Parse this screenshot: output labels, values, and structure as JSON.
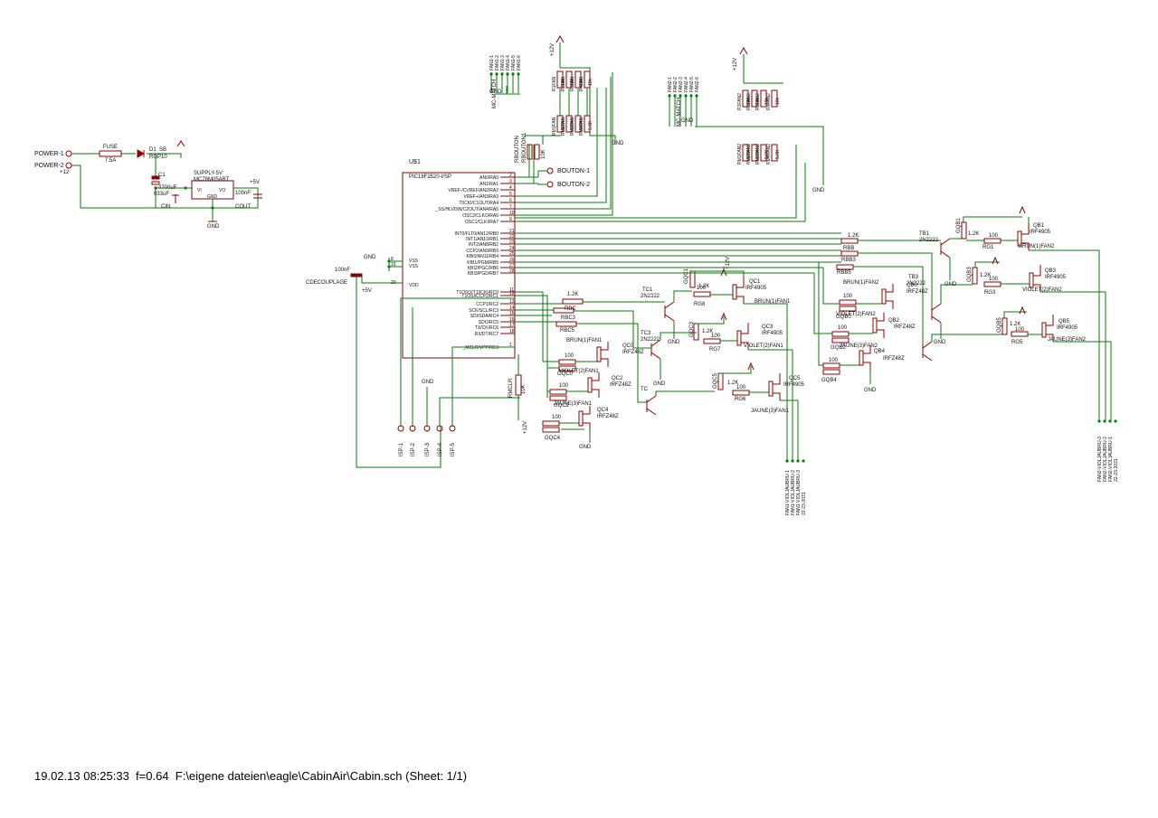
{
  "footer": {
    "text": "19.02.13 08:25:33  f=0.64  F:\\eigene dateien\\eagle\\CabinAir\\Cabin.sch (Sheet: 1/1)"
  },
  "power": {
    "power1": "POWER-1",
    "power2": "POWER-2",
    "plus12": "+12",
    "fuse": "FUSE",
    "fuse_rating": "7.5A",
    "diode": "D1",
    "diode_part": "SB",
    "diode_part2": "RGP10",
    "c1": "C1",
    "c1_val": "4700uF",
    "c1_val2": "033uF",
    "cin": "CIN",
    "reg_name": "SUPPLY-5V",
    "reg_part": "MC78M05ABT",
    "reg_vi": "VI",
    "reg_vo": "VO",
    "reg_gnd": "GND",
    "cout_val": "100nF",
    "cout": "COUT",
    "plus5": "+5V",
    "gnd": "GND"
  },
  "mcu": {
    "name": "U$1",
    "part": "PIC18F2520-I/SP",
    "gnd": "GND",
    "cdec_val": "100nF",
    "cdec": "CDECOUPLAGE",
    "plus5": "+5V",
    "vss1": "VSS",
    "vss2": "VSS",
    "vdd": "VDD",
    "pin8": "8",
    "pin19": "19",
    "pin20": "20",
    "left_pins": [
      "AN0/RA0",
      "AN1/RA1",
      "VREF-/CVREF/AN2/RA2",
      "VREF+/AN3/RA3",
      "T0CKI/C1OUT/RA4",
      "_SS/HLVDIN/C2OUT/AN4/RA5",
      "OSC2/CLKO/RA6",
      "OSC1/CLKI/RA7",
      "INT0/FLT0/AN12/RB0",
      "INT1/AN10/RB1",
      "INT2/AN8/RB2",
      "CCP2/AN9/RB3",
      "KBI0/AN11/RB4",
      "KBI1/PGM/RB5",
      "KBI2/PGC/RB6",
      "KBI3/PGD/RB7",
      "T1OSO/T13CKI/RC0",
      "T1OSI/CCP2/RC1",
      "CCP1/RC2",
      "SCK/SCL/RC3",
      "SDI/SDA/RC4",
      "SDO/RC5",
      "TX/CK/RC6",
      "RX/DT/RC7",
      "_MCLR/VPP/RE3"
    ],
    "pin_numbers": [
      "2",
      "3",
      "4",
      "5",
      "6",
      "7",
      "10",
      "9",
      "21",
      "22",
      "23",
      "24",
      "25",
      "26",
      "27",
      "28",
      "11",
      "12",
      "13",
      "14",
      "15",
      "16",
      "17",
      "18",
      "1"
    ]
  },
  "buttons": {
    "b1": "BOUTON-1",
    "b2": "BOUTON-2",
    "r1": "RBOUTON",
    "r2": "RBOUTON1",
    "r_val": "10K"
  },
  "isp": {
    "labels": [
      "ISP-1",
      "ISP-2",
      "ISP-3",
      "ISP-4",
      "ISP-5"
    ],
    "gnd": "GND",
    "rmclr": "RMCLR",
    "rmclr_val": "10K",
    "plus12": "+12V"
  },
  "fan1_connector": {
    "pins": [
      "FAN1-1",
      "FAN1-2",
      "FAN1-3",
      "FAN1-4",
      "FAN1-5",
      "FAN1-6"
    ],
    "label": "MC-MATCH",
    "gnd": "GND",
    "plus12": "+12V",
    "resistors": [
      "R1FAN",
      "R2FAN",
      "R3FAN",
      "R4FAN",
      "RM1FAN",
      "RM2FAN",
      "RM3FAN",
      "RM4FAN"
    ],
    "values": [
      "10k",
      "10k",
      "10k",
      "10k",
      "5.6K",
      "5.6K",
      "5.6K",
      "5.6K"
    ],
    "gnd2": "GND"
  },
  "fan2_connector": {
    "pins": [
      "FAN2-1",
      "FAN2-2",
      "FAN2-3",
      "FAN2-4",
      "FAN2-5",
      "FAN2-6"
    ],
    "label": "MC-MATCH",
    "gnd": "GND",
    "plus12": "+12V",
    "resistors": [
      "R1FAN2",
      "R2FAN2",
      "R3FAN2",
      "R4FAN2",
      "RM1FAN2",
      "RM2FAN2",
      "RM3FAN2",
      "RM4FAN2"
    ],
    "values": [
      "10k",
      "10k",
      "10k",
      "10k",
      "5.6K",
      "5.6K",
      "5.6K",
      "5.6K"
    ],
    "gnd2": "GND"
  },
  "fan1_drivers": {
    "rbc": "RBC",
    "rbc3": "RBC3",
    "rbc5": "RBC5",
    "val12k": "1.2K",
    "tc1": "TC1",
    "tc3": "TC3",
    "tcpart": "2N2222",
    "qc1": "QC1",
    "qc3": "QC3",
    "qc5": "QC5",
    "qcpart": "IRF4905",
    "rg6": "RG6",
    "rg7": "RG7",
    "rg8": "RG8",
    "rgval": "100",
    "gqc1": "GQC1",
    "gqc3": "GQC3",
    "gqc5": "GQC5",
    "gval": "1.2K",
    "brun": "BRUN(1)FAN1",
    "violet": "VIOLET(2)FAN1",
    "jaune": "JAUNE(3)FAN1",
    "qc0": "QC0",
    "qc2": "QC2",
    "qc4": "QC4",
    "lowpart": "IRFZ48Z",
    "gqc0": "GQC0",
    "gqc2": "GQC2",
    "gqc4": "GQC4",
    "tc": "TC",
    "tc2part": "2N2222",
    "gnd": "GND",
    "plus12": "+12V",
    "conn": [
      "FAN1-VIOLJAUBRU-1",
      "FAN1-VIOLJAUBRU-2",
      "FAN1-VIOLJAUBRU-3",
      "22-23-2031"
    ]
  },
  "fan2_drivers": {
    "rbb": "RBB",
    "rbb3": "RBB3",
    "rbb5": "RBB5",
    "val12k": "1.2K",
    "tb1": "TB1",
    "tb3": "TB3",
    "tbpart": "2N2222",
    "qb1": "QB1",
    "qb3": "QB3",
    "qb5": "QB5",
    "qbpart": "IRF4905",
    "rg1": "RG1",
    "rg3": "RG3",
    "rg5": "RG5",
    "rgval": "100",
    "gqb1": "GQB1",
    "gqb3": "GQB3",
    "gqb5": "GQB5",
    "gval": "1.2K",
    "brun": "BRUN(1)FAN2",
    "violet": "VIOLET(2)FAN2",
    "jaune": "JAUNE(3)FAN2",
    "qb0": "QB0",
    "qb2": "QB2",
    "qb4": "QB4",
    "lowpart": "IRFZ48Z",
    "gqb0": "GQB0",
    "gqb2": "GQB2",
    "gqb4": "GQB4",
    "gnd": "GND",
    "plus12": "+12V",
    "conn": [
      "FAN2-VIOLJAUBRU-3",
      "FAN2-VIOLJAUBRU-2",
      "FAN2-VIOLJAUBRU-1",
      "22-23-2031"
    ]
  },
  "colors": {
    "wire": "#0a7a0a",
    "symbol": "#8b0000",
    "text": "#111111",
    "background": "#ffffff"
  }
}
